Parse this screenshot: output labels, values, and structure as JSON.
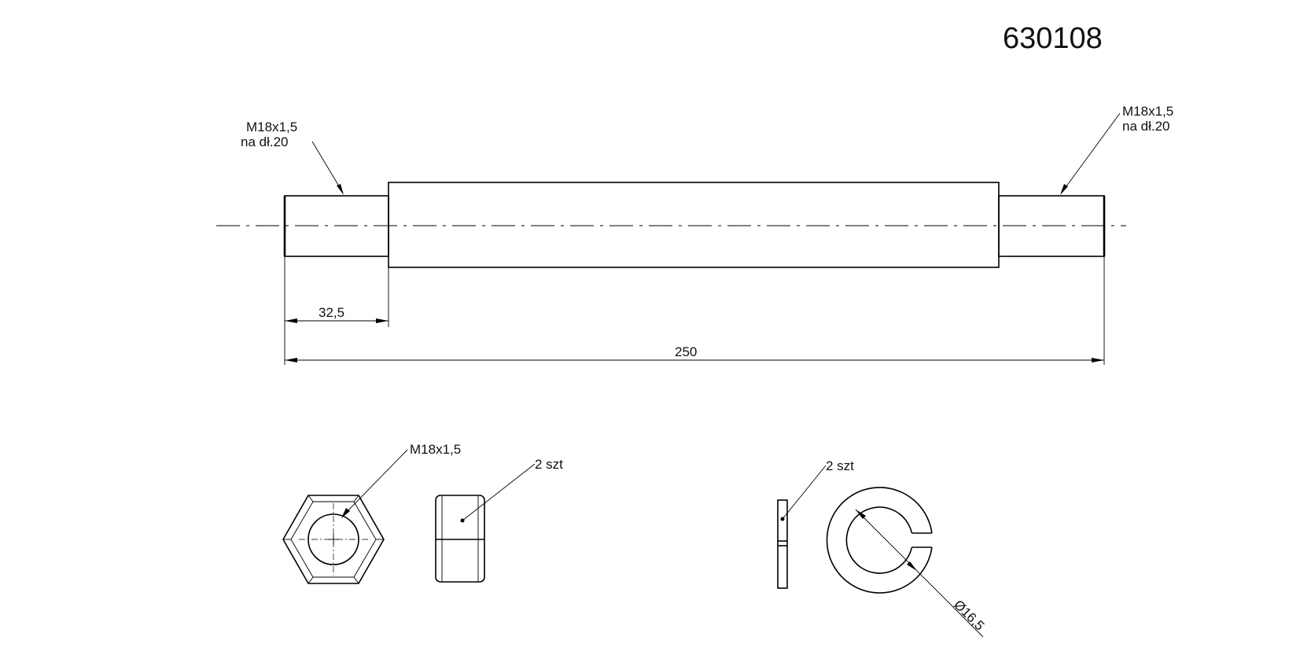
{
  "drawing": {
    "part_number": "630108",
    "shaft": {
      "thread_left_line1": "M18x1,5",
      "thread_left_line2": "na dł.20",
      "thread_right_line1": "M18x1,5",
      "thread_right_line2": "na dł.20",
      "dim_shoulder": "32,5",
      "dim_overall": "250"
    },
    "nut": {
      "thread_label": "M18x1,5",
      "quantity_label": "2 szt"
    },
    "washer": {
      "quantity_label": "2 szt",
      "diameter_label": "Ø16,5"
    }
  }
}
